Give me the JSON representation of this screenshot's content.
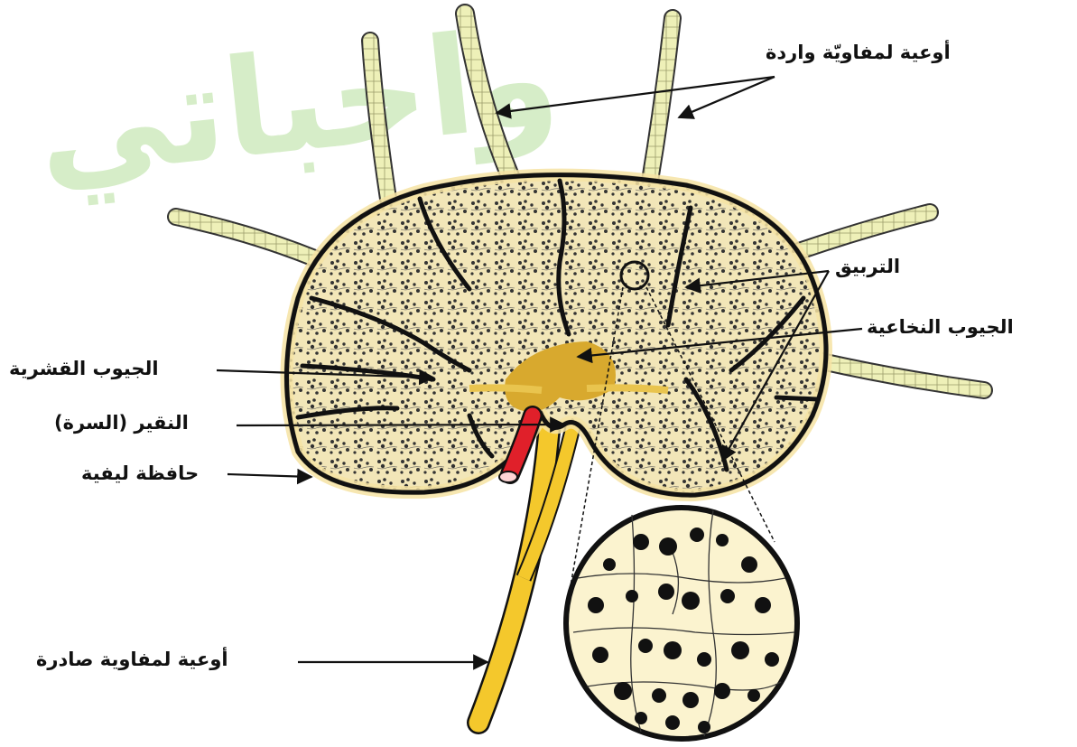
{
  "watermark": {
    "text": "واجباتي",
    "color": "#c9e8b6"
  },
  "labels": {
    "afferent_vessels": "أوعية لمفاويّة واردة",
    "trabeculae": "التربيق",
    "medullary_sinuses": "الجيوب النخاعية",
    "cortical_sinuses": "الجيوب القشرية",
    "hilum": "النقير (السرة)",
    "fibrous_capsule": "حافظة ليفية",
    "efferent_vessels": "أوعية لمفاوية صادرة"
  },
  "colors": {
    "node_fill": "#f6e3a3",
    "node_outline": "#111111",
    "vessel_fill": "#eef0b8",
    "efferent_fill": "#f4c82c",
    "medulla_fill": "#d8a92e",
    "artery_red": "#e0202a",
    "magnified_fill": "#fbf3cf"
  },
  "icons": [
    "arrow-icon",
    "magnifier-circle-icon"
  ]
}
